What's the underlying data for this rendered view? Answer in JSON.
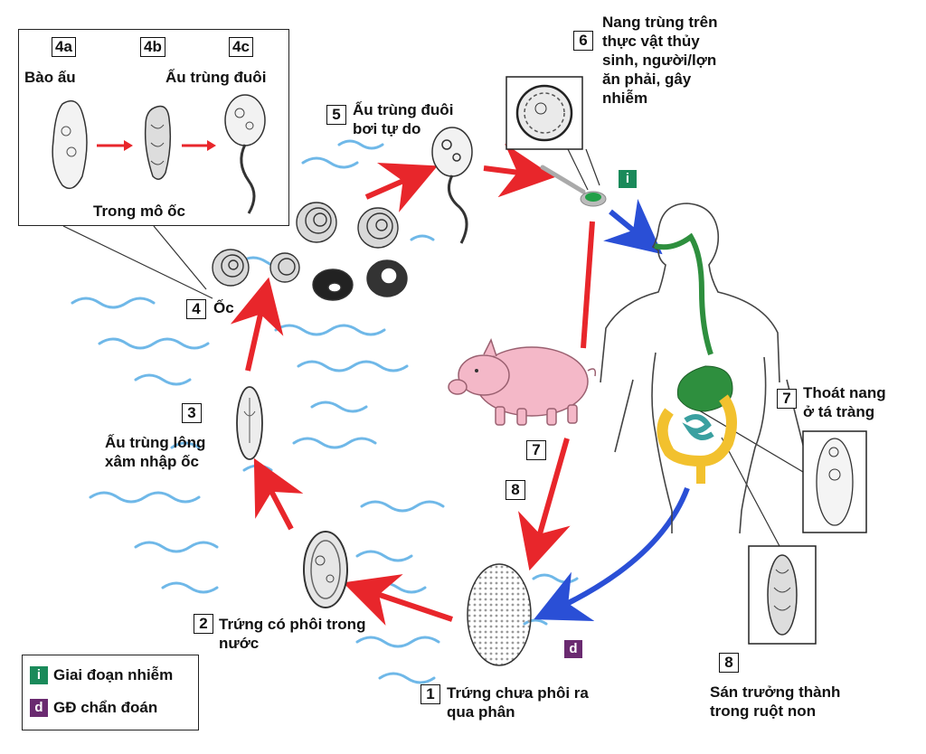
{
  "colors": {
    "red_arrow": "#e8262b",
    "blue_arrow": "#2a4fd6",
    "water": "#6fb8e8",
    "pig": "#f4b8c8",
    "infective": "#1a8a5a",
    "diagnostic": "#6a2a70",
    "gut_green": "#2e8f3e",
    "gut_yellow": "#f2c12e",
    "gut_teal": "#3aa0a0"
  },
  "inset_top": {
    "labels": {
      "a": "4a",
      "b": "4b",
      "c": "4c"
    },
    "stage_a": "Bào ấu",
    "stage_c": "Ấu trùng đuôi",
    "caption": "Trong mô ốc"
  },
  "steps": {
    "s1": {
      "num": "1",
      "text": "Trứng chưa phôi ra\nqua phân"
    },
    "s2": {
      "num": "2",
      "text": "Trứng có phôi trong\nnước"
    },
    "s3": {
      "num": "3",
      "text": "Ấu trùng lông\nxâm nhập ốc"
    },
    "s4": {
      "num": "4",
      "text": "Ốc"
    },
    "s5": {
      "num": "5",
      "text": "Ấu trùng đuôi\nbơi tự do"
    },
    "s6": {
      "num": "6",
      "text": "Nang trùng trên\nthực vật thủy\nsinh, người/lợn\năn phải, gây\nnhiễm"
    },
    "s7": {
      "num": "7",
      "text": "Thoát nang\nở tá tràng"
    },
    "s8": {
      "num": "8",
      "text": "Sán trưởng thành\ntrong ruột non"
    },
    "pig7": {
      "num": "7"
    },
    "pig8": {
      "num": "8"
    }
  },
  "tags": {
    "infective": "i",
    "diagnostic": "d"
  },
  "legend": {
    "infective_label": "Giai đoạn nhiễm",
    "diagnostic_label": "GĐ chẩn đoán"
  },
  "icons": [
    "snail-icon",
    "pig-icon",
    "human-silhouette-icon",
    "egg-icon",
    "cercaria-icon",
    "sporocyst-icon",
    "redia-icon",
    "miracidium-icon",
    "spoon-icon",
    "metacercaria-icon",
    "adult-fluke-icon"
  ]
}
